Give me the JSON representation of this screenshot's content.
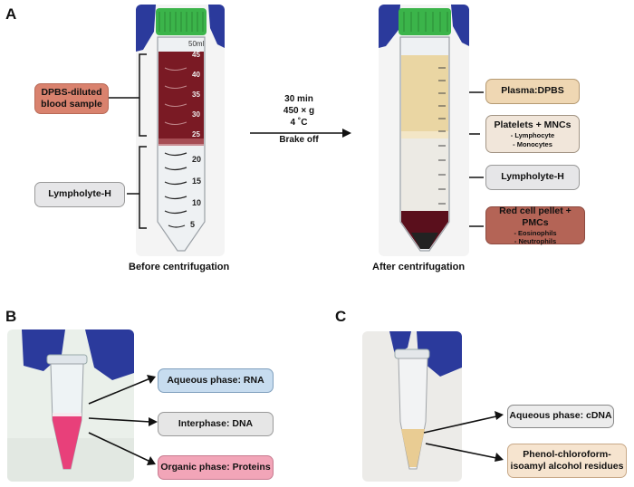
{
  "panels": {
    "a": "A",
    "b": "B",
    "c": "C"
  },
  "panel_a": {
    "tube_left": {
      "cap_label": "50ml",
      "marks": [
        "45",
        "40",
        "35",
        "30",
        "25",
        "20",
        "15",
        "10",
        "5"
      ]
    },
    "label_dpbs_blood": "DPBS-diluted\nblood sample",
    "label_lympholyte_left": "Lympholyte-H",
    "conditions": [
      "30 min",
      "450 × g",
      "4 ˚C",
      "Brake off"
    ],
    "caption_before": "Before centrifugation",
    "caption_after": "After centrifugation",
    "label_plasma": "Plasma:DPBS",
    "label_platelets": "Platelets + MNCs",
    "label_platelets_sub": [
      "- Lymphocyte",
      "- Monocytes"
    ],
    "label_lympholyte_right": "Lympholyte-H",
    "label_red_cell": "Red cell pellet + PMCs",
    "label_red_cell_sub": [
      "- Eosinophils",
      "- Neutrophils"
    ],
    "colors": {
      "blood": "#7a1a24",
      "dpbs_box": "#d9826e",
      "plasma_box": "#efd7b3",
      "platelets_box": "#f1e6da",
      "grey_box": "#e6e6e8",
      "red_cell_box": "#b46456",
      "cap_green": "#3bb44a",
      "glove_blue": "#2b3a9c"
    }
  },
  "panel_b": {
    "label_aqueous": "Aqueous phase:  RNA",
    "label_interphase": "Interphase: DNA",
    "label_organic": "Organic phase: Proteins",
    "colors": {
      "aqueous": "#c7dcef",
      "interphase": "#e6e6e6",
      "organic": "#f2a5b8",
      "pink": "#e8407a"
    }
  },
  "panel_c": {
    "label_aqueous": "Aqueous phase: cDNA",
    "label_residues": "Phenol-chloroform-\nisoamyl alcohol residues",
    "colors": {
      "aqueous": "#ececec",
      "residues": "#f6e4cf"
    }
  }
}
